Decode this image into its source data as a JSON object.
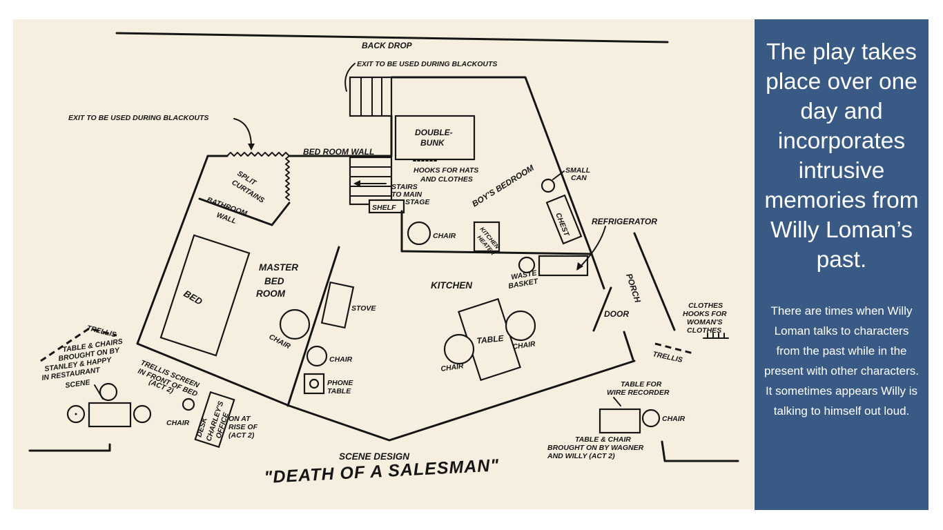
{
  "slide": {
    "headline": "The play takes place over one day and incorporates intrusive memories from Willy Loman’s past.",
    "body": "There are times when Willy Loman talks to characters from the past while in the present with other characters. It sometimes appears Willy is talking to himself out loud.",
    "panel_color": "#3a5a86"
  },
  "diagram": {
    "title": "\"DEATH OF A SALESMAN\"",
    "subtitle": "SCENE DESIGN",
    "labels": {
      "back_drop": "BACK DROP",
      "exit_top": "EXIT TO BE USED DURING BLACKOUTS",
      "exit_left": "EXIT TO BE USED DURING BLACKOUTS",
      "double_bunk_1": "DOUBLE-",
      "double_bunk_2": "BUNK",
      "bed_room_wall": "BED ROOM WALL",
      "split_curtains_1": "SPLIT",
      "split_curtains_2": "CURTAINS",
      "hooks_hats_1": "HOOKS FOR HATS",
      "hooks_hats_2": "AND CLOTHES",
      "boys_bedroom": "BOY'S BEDROOM",
      "small_can_1": "SMALL",
      "small_can_2": "CAN",
      "stairs_1": "STAIRS",
      "stairs_2": "TO MAIN",
      "stairs_3": "STAGE",
      "shelf": "SHELF",
      "bathroom_wall_1": "BATHROOM",
      "bathroom_wall_2": "WALL",
      "chest": "CHEST",
      "refrigerator": "REFRIGERATOR",
      "chair_kitchen_top": "CHAIR",
      "kitchen_heater_1": "KITCHEN",
      "kitchen_heater_2": "HEATER",
      "master_1": "MASTER",
      "master_2": "BED",
      "master_3": "ROOM",
      "bed": "BED",
      "stove": "STOVE",
      "kitchen": "KITCHEN",
      "waste_basket_1": "WASTE",
      "waste_basket_2": "BASKET",
      "porch": "PORCH",
      "door": "DOOR",
      "clothes_hooks_1": "CLOTHES",
      "clothes_hooks_2": "HOOKS FOR",
      "clothes_hooks_3": "WOMAN'S",
      "clothes_hooks_4": "CLOTHES",
      "trellis_left": "TRELLIS",
      "trellis_right": "TRELLIS",
      "table_chairs_1": "TABLE & CHAIRS",
      "table_chairs_2": "BROUGHT ON BY",
      "table_chairs_3": "STANLEY & HAPPY",
      "table_chairs_4": "IN RESTAURANT",
      "table_chairs_5": "SCENE",
      "chair_master": "CHAIR",
      "chair_phone": "CHAIR",
      "phone_table_1": "PHONE",
      "phone_table_2": "TABLE",
      "table": "TABLE",
      "chair_table_left": "CHAIR",
      "chair_table_right": "CHAIR",
      "trellis_screen_1": "TRELLIS SCREEN",
      "trellis_screen_2": "IN FRONT OF BED",
      "trellis_screen_3": "(ACT 2)",
      "chair_desk": "CHAIR",
      "desk_1": "DESK",
      "desk_2": "CHARLEY'S",
      "desk_3": "OFFICE",
      "on_at_rise_1": "ON AT",
      "on_at_rise_2": "RISE OF",
      "on_at_rise_3": "(ACT 2)",
      "table_wire_1": "TABLE FOR",
      "table_wire_2": "WIRE RECORDER",
      "chair_wire": "CHAIR",
      "brought_wagner_1": "TABLE & CHAIR",
      "brought_wagner_2": "BROUGHT ON BY WAGNER",
      "brought_wagner_3": "AND WILLY (ACT 2)"
    }
  }
}
